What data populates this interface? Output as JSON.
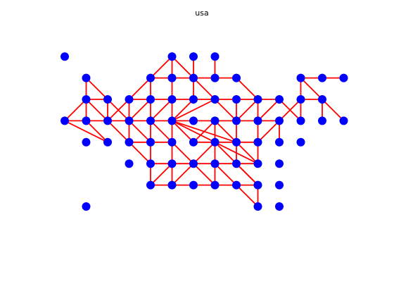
{
  "figure": {
    "title": "usa",
    "edge_color": "#ff0000",
    "node_color": "#0000ff",
    "background": "#ffffff"
  },
  "chart_data": {
    "type": "network-graph",
    "title": "usa",
    "nodes": [
      [
        0,
        7
      ],
      [
        5,
        7
      ],
      [
        6,
        7
      ],
      [
        7,
        7
      ],
      [
        4,
        6
      ],
      [
        5,
        6
      ],
      [
        6,
        6
      ],
      [
        1,
        5
      ],
      [
        3,
        5
      ],
      [
        4,
        5
      ],
      [
        5,
        5
      ],
      [
        6,
        5
      ],
      [
        7,
        5
      ],
      [
        8,
        5
      ],
      [
        11,
        5
      ],
      [
        12,
        5
      ],
      [
        1,
        4
      ],
      [
        2,
        4
      ],
      [
        3,
        4
      ],
      [
        4,
        4
      ],
      [
        5,
        4
      ],
      [
        6,
        4
      ],
      [
        7,
        4
      ],
      [
        8,
        4
      ],
      [
        9,
        4
      ],
      [
        10,
        4
      ],
      [
        11,
        4
      ],
      [
        12,
        4
      ],
      [
        13,
        4
      ],
      [
        1,
        3
      ],
      [
        2,
        3
      ],
      [
        3,
        3
      ],
      [
        4,
        3
      ],
      [
        5,
        3
      ],
      [
        6,
        3
      ],
      [
        8,
        3
      ],
      [
        9,
        3
      ],
      [
        10,
        3
      ],
      [
        11,
        3
      ],
      [
        3,
        2
      ],
      [
        4,
        2
      ],
      [
        5,
        2
      ],
      [
        6,
        2
      ],
      [
        8,
        2
      ],
      [
        9,
        2
      ],
      [
        10,
        2
      ],
      [
        5,
        1
      ],
      [
        6,
        1
      ],
      [
        7,
        1
      ],
      [
        8,
        1
      ],
      [
        9,
        1
      ],
      [
        10,
        1
      ],
      [
        1,
        0
      ],
      [
        9,
        0
      ],
      [
        10,
        0
      ]
    ],
    "edges": [
      [
        [
          5,
          7
        ],
        [
          4,
          6
        ]
      ],
      [
        [
          5,
          7
        ],
        [
          5,
          6
        ]
      ],
      [
        [
          5,
          7
        ],
        [
          6,
          6
        ]
      ],
      [
        [
          6,
          7
        ],
        [
          6,
          6
        ]
      ],
      [
        [
          7,
          7
        ],
        [
          7,
          6
        ]
      ],
      [
        [
          4,
          6
        ],
        [
          5,
          6
        ]
      ],
      [
        [
          5,
          6
        ],
        [
          6,
          6
        ]
      ],
      [
        [
          6,
          6
        ],
        [
          7,
          6
        ]
      ],
      [
        [
          7,
          6
        ],
        [
          8,
          6
        ]
      ],
      [
        [
          4,
          6
        ],
        [
          3,
          5
        ]
      ],
      [
        [
          4,
          6
        ],
        [
          4,
          5
        ]
      ],
      [
        [
          5,
          6
        ],
        [
          5,
          5
        ]
      ],
      [
        [
          6,
          6
        ],
        [
          6,
          5
        ]
      ],
      [
        [
          6,
          6
        ],
        [
          7,
          5
        ]
      ],
      [
        [
          8,
          6
        ],
        [
          9,
          5
        ]
      ],
      [
        [
          1,
          6
        ],
        [
          1,
          5
        ]
      ],
      [
        [
          1,
          6
        ],
        [
          2,
          5
        ]
      ],
      [
        [
          1,
          5
        ],
        [
          2,
          5
        ]
      ],
      [
        [
          3,
          5
        ],
        [
          4,
          5
        ]
      ],
      [
        [
          4,
          5
        ],
        [
          5,
          5
        ]
      ],
      [
        [
          5,
          5
        ],
        [
          6,
          5
        ]
      ],
      [
        [
          6,
          5
        ],
        [
          7,
          5
        ]
      ],
      [
        [
          7,
          5
        ],
        [
          8,
          5
        ]
      ],
      [
        [
          8,
          5
        ],
        [
          9,
          5
        ]
      ],
      [
        [
          9,
          5
        ],
        [
          10,
          5
        ]
      ],
      [
        [
          1,
          5
        ],
        [
          0,
          4
        ]
      ],
      [
        [
          1,
          5
        ],
        [
          1,
          4
        ]
      ],
      [
        [
          1,
          5
        ],
        [
          2,
          4
        ]
      ],
      [
        [
          2,
          5
        ],
        [
          2,
          4
        ]
      ],
      [
        [
          2,
          5
        ],
        [
          3,
          4
        ]
      ],
      [
        [
          3,
          5
        ],
        [
          2,
          4
        ]
      ],
      [
        [
          3,
          5
        ],
        [
          3,
          4
        ]
      ],
      [
        [
          4,
          5
        ],
        [
          3,
          4
        ]
      ],
      [
        [
          4,
          5
        ],
        [
          4,
          4
        ]
      ],
      [
        [
          5,
          5
        ],
        [
          4,
          4
        ]
      ],
      [
        [
          5,
          5
        ],
        [
          5,
          4
        ]
      ],
      [
        [
          6,
          5
        ],
        [
          5,
          4
        ]
      ],
      [
        [
          7,
          5
        ],
        [
          5,
          4
        ]
      ],
      [
        [
          7,
          5
        ],
        [
          8,
          4
        ]
      ],
      [
        [
          8,
          5
        ],
        [
          8,
          4
        ]
      ],
      [
        [
          9,
          5
        ],
        [
          8,
          4
        ]
      ],
      [
        [
          9,
          5
        ],
        [
          9,
          4
        ]
      ],
      [
        [
          10,
          5
        ],
        [
          9,
          4
        ]
      ],
      [
        [
          11,
          6
        ],
        [
          11,
          5
        ]
      ],
      [
        [
          11,
          6
        ],
        [
          12,
          6
        ]
      ],
      [
        [
          12,
          6
        ],
        [
          13,
          6
        ]
      ],
      [
        [
          11,
          6
        ],
        [
          12,
          5
        ]
      ],
      [
        [
          11,
          5
        ],
        [
          12,
          5
        ]
      ],
      [
        [
          12,
          5
        ],
        [
          13,
          4
        ]
      ],
      [
        [
          12,
          5
        ],
        [
          12,
          4
        ]
      ],
      [
        [
          11,
          5
        ],
        [
          10,
          4
        ]
      ],
      [
        [
          11,
          5
        ],
        [
          11,
          4
        ]
      ],
      [
        [
          10,
          5
        ],
        [
          11,
          4
        ]
      ],
      [
        [
          0,
          4
        ],
        [
          1,
          4
        ]
      ],
      [
        [
          1,
          4
        ],
        [
          2,
          4
        ]
      ],
      [
        [
          2,
          4
        ],
        [
          3,
          4
        ]
      ],
      [
        [
          3,
          4
        ],
        [
          4,
          4
        ]
      ],
      [
        [
          4,
          4
        ],
        [
          5,
          4
        ]
      ],
      [
        [
          5,
          4
        ],
        [
          6,
          4
        ]
      ],
      [
        [
          6,
          4
        ],
        [
          7,
          4
        ]
      ],
      [
        [
          7,
          4
        ],
        [
          8,
          4
        ]
      ],
      [
        [
          8,
          4
        ],
        [
          9,
          4
        ]
      ],
      [
        [
          9,
          4
        ],
        [
          10,
          4
        ]
      ],
      [
        [
          0,
          4
        ],
        [
          2,
          3
        ]
      ],
      [
        [
          1,
          4
        ],
        [
          2,
          3
        ]
      ],
      [
        [
          2,
          4
        ],
        [
          3,
          3
        ]
      ],
      [
        [
          3,
          4
        ],
        [
          3,
          3
        ]
      ],
      [
        [
          3,
          4
        ],
        [
          4,
          3
        ]
      ],
      [
        [
          4,
          4
        ],
        [
          4,
          3
        ]
      ],
      [
        [
          4,
          4
        ],
        [
          5,
          3
        ]
      ],
      [
        [
          5,
          4
        ],
        [
          5,
          3
        ]
      ],
      [
        [
          5,
          4
        ],
        [
          6,
          3
        ]
      ],
      [
        [
          5,
          4
        ],
        [
          8,
          3
        ]
      ],
      [
        [
          5,
          4
        ],
        [
          9,
          2
        ]
      ],
      [
        [
          7,
          4
        ],
        [
          6,
          3
        ]
      ],
      [
        [
          7,
          4
        ],
        [
          7,
          3
        ]
      ],
      [
        [
          7,
          4
        ],
        [
          8,
          3
        ]
      ],
      [
        [
          8,
          4
        ],
        [
          8,
          3
        ]
      ],
      [
        [
          9,
          4
        ],
        [
          9,
          3
        ]
      ],
      [
        [
          10,
          4
        ],
        [
          9,
          3
        ]
      ],
      [
        [
          10,
          4
        ],
        [
          10,
          3
        ]
      ],
      [
        [
          6,
          3
        ],
        [
          7,
          3
        ]
      ],
      [
        [
          7,
          3
        ],
        [
          8,
          3
        ]
      ],
      [
        [
          8,
          3
        ],
        [
          9,
          3
        ]
      ],
      [
        [
          3,
          3
        ],
        [
          4,
          3
        ]
      ],
      [
        [
          4,
          3
        ],
        [
          5,
          3
        ]
      ],
      [
        [
          3,
          3
        ],
        [
          4,
          2
        ]
      ],
      [
        [
          4,
          3
        ],
        [
          4,
          2
        ]
      ],
      [
        [
          5,
          3
        ],
        [
          5,
          2
        ]
      ],
      [
        [
          5,
          3
        ],
        [
          6,
          2
        ]
      ],
      [
        [
          7,
          3
        ],
        [
          6,
          2
        ]
      ],
      [
        [
          7,
          3
        ],
        [
          7,
          2
        ]
      ],
      [
        [
          7,
          3
        ],
        [
          8,
          2
        ]
      ],
      [
        [
          8,
          3
        ],
        [
          8,
          2
        ]
      ],
      [
        [
          8,
          3
        ],
        [
          9,
          2
        ]
      ],
      [
        [
          9,
          3
        ],
        [
          9,
          2
        ]
      ],
      [
        [
          4,
          2
        ],
        [
          5,
          2
        ]
      ],
      [
        [
          5,
          2
        ],
        [
          6,
          2
        ]
      ],
      [
        [
          6,
          2
        ],
        [
          7,
          2
        ]
      ],
      [
        [
          7,
          2
        ],
        [
          8,
          2
        ]
      ],
      [
        [
          8,
          2
        ],
        [
          9,
          2
        ]
      ],
      [
        [
          4,
          2
        ],
        [
          4,
          1
        ]
      ],
      [
        [
          5,
          2
        ],
        [
          4,
          1
        ]
      ],
      [
        [
          5,
          2
        ],
        [
          5,
          1
        ]
      ],
      [
        [
          6,
          2
        ],
        [
          5,
          1
        ]
      ],
      [
        [
          6,
          2
        ],
        [
          7,
          1
        ]
      ],
      [
        [
          7,
          2
        ],
        [
          7,
          1
        ]
      ],
      [
        [
          7,
          2
        ],
        [
          8,
          1
        ]
      ],
      [
        [
          8,
          2
        ],
        [
          9,
          1
        ]
      ],
      [
        [
          4,
          1
        ],
        [
          5,
          1
        ]
      ],
      [
        [
          5,
          1
        ],
        [
          6,
          1
        ]
      ],
      [
        [
          6,
          1
        ],
        [
          7,
          1
        ]
      ],
      [
        [
          7,
          1
        ],
        [
          8,
          1
        ]
      ],
      [
        [
          8,
          1
        ],
        [
          9,
          1
        ]
      ],
      [
        [
          8,
          1
        ],
        [
          9,
          0
        ]
      ],
      [
        [
          9,
          1
        ],
        [
          9,
          0
        ]
      ],
      [
        [
          9,
          1
        ],
        [
          8,
          2
        ]
      ]
    ]
  }
}
